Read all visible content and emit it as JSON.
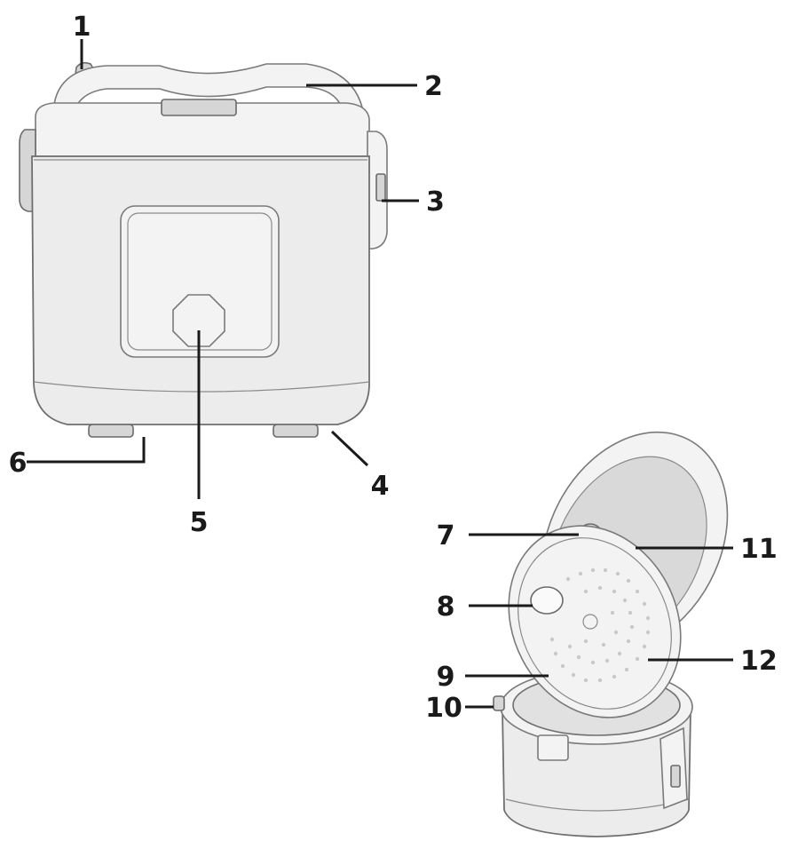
{
  "callouts": [
    {
      "id": "1",
      "text": "1"
    },
    {
      "id": "2",
      "text": "2"
    },
    {
      "id": "3",
      "text": "3"
    },
    {
      "id": "4",
      "text": "4"
    },
    {
      "id": "5",
      "text": "5"
    },
    {
      "id": "6",
      "text": "6"
    },
    {
      "id": "7",
      "text": "7"
    },
    {
      "id": "8",
      "text": "8"
    },
    {
      "id": "9",
      "text": "9"
    },
    {
      "id": "10",
      "text": "10"
    },
    {
      "id": "11",
      "text": "11"
    },
    {
      "id": "12",
      "text": "12"
    }
  ],
  "colors": {
    "appliance_body": "#ececec",
    "outline": "#6f6f6f",
    "callout_text": "#1a1a1a"
  }
}
